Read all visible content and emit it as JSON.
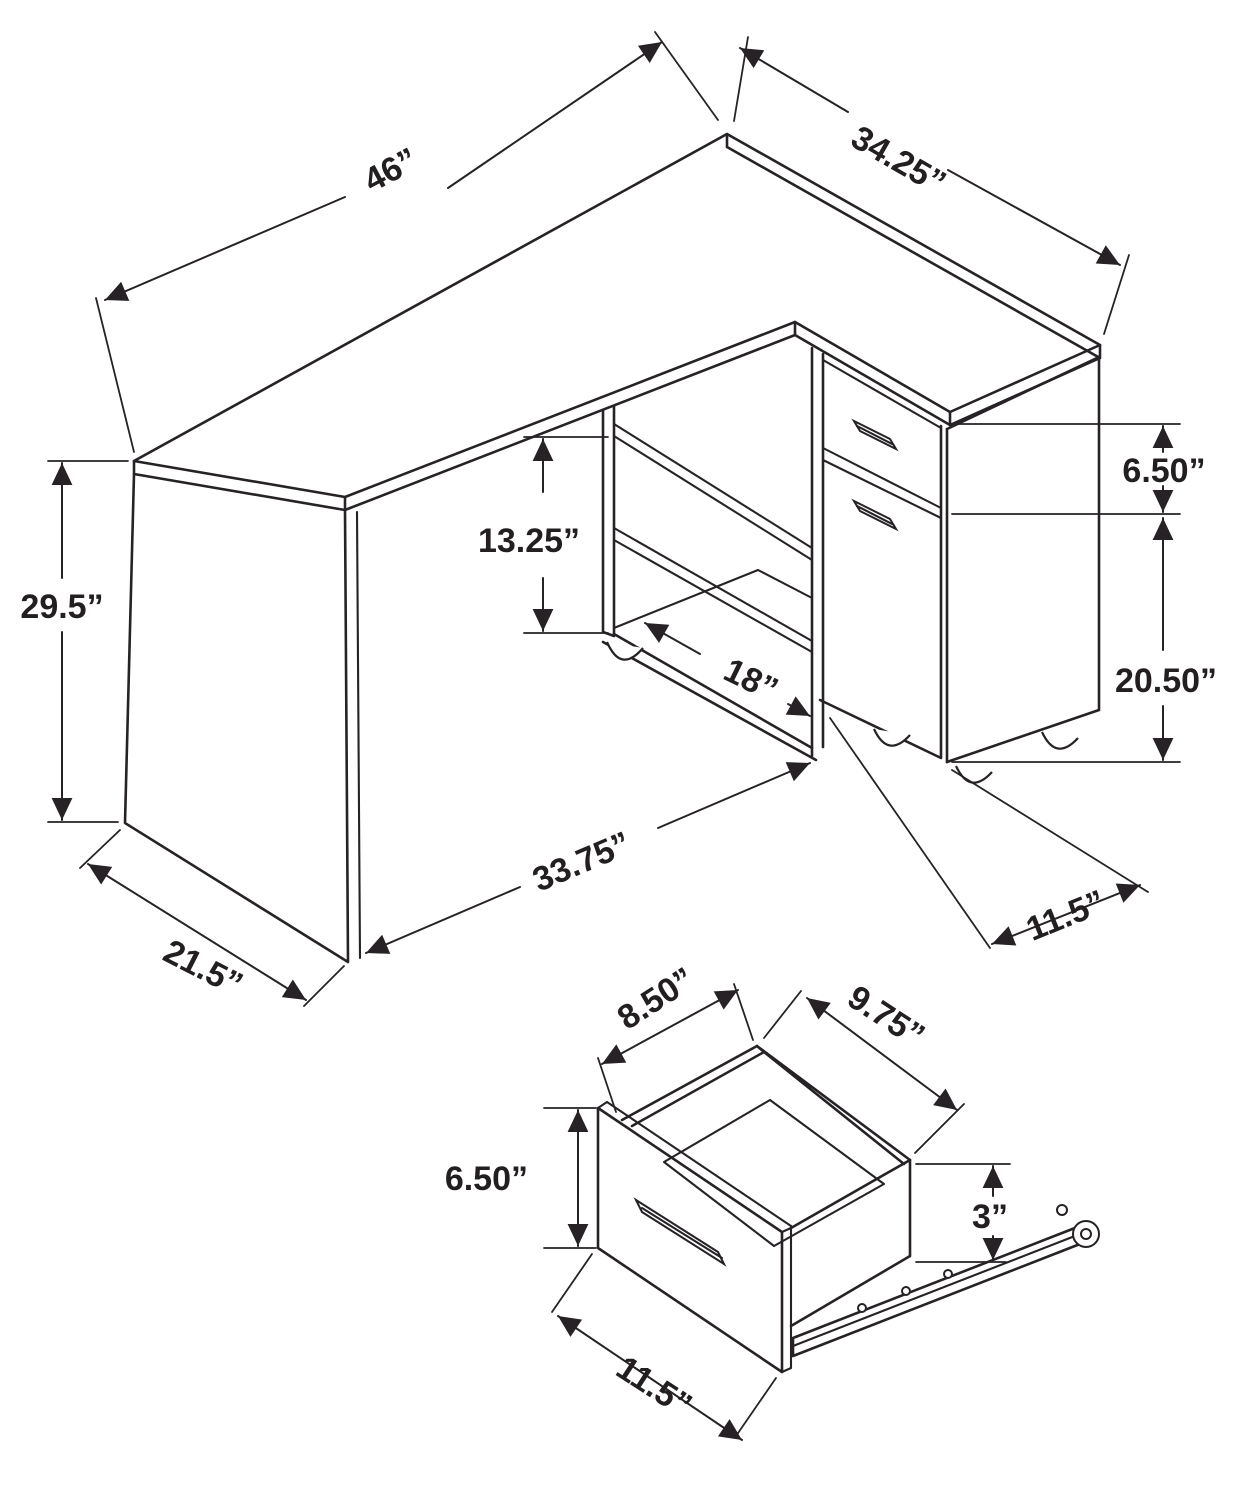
{
  "diagram": {
    "title": "Corner desk with storage cabinet - dimension diagram",
    "colors": {
      "background": "#ffffff",
      "line": "#262226",
      "text": "#231f20"
    },
    "main_view": {
      "name": "assembled-desk-isometric",
      "dimensions": {
        "top_length": "46”",
        "top_return_depth": "34.25”",
        "overall_height": "29.5”",
        "shelf_opening_height": "13.25”",
        "drawer_front_height": "6.50”",
        "door_height": "20.50”",
        "shelf_depth": "18”",
        "front_clearance_width": "33.75”",
        "side_depth": "21.5”",
        "cabinet_width": "11.5”"
      }
    },
    "detail_view": {
      "name": "drawer-detail-isometric",
      "dimensions": {
        "interior_width": "8.50”",
        "interior_depth": "9.75”",
        "front_height": "6.50”",
        "box_side_height": "3”",
        "front_width": "11.5”"
      }
    }
  }
}
